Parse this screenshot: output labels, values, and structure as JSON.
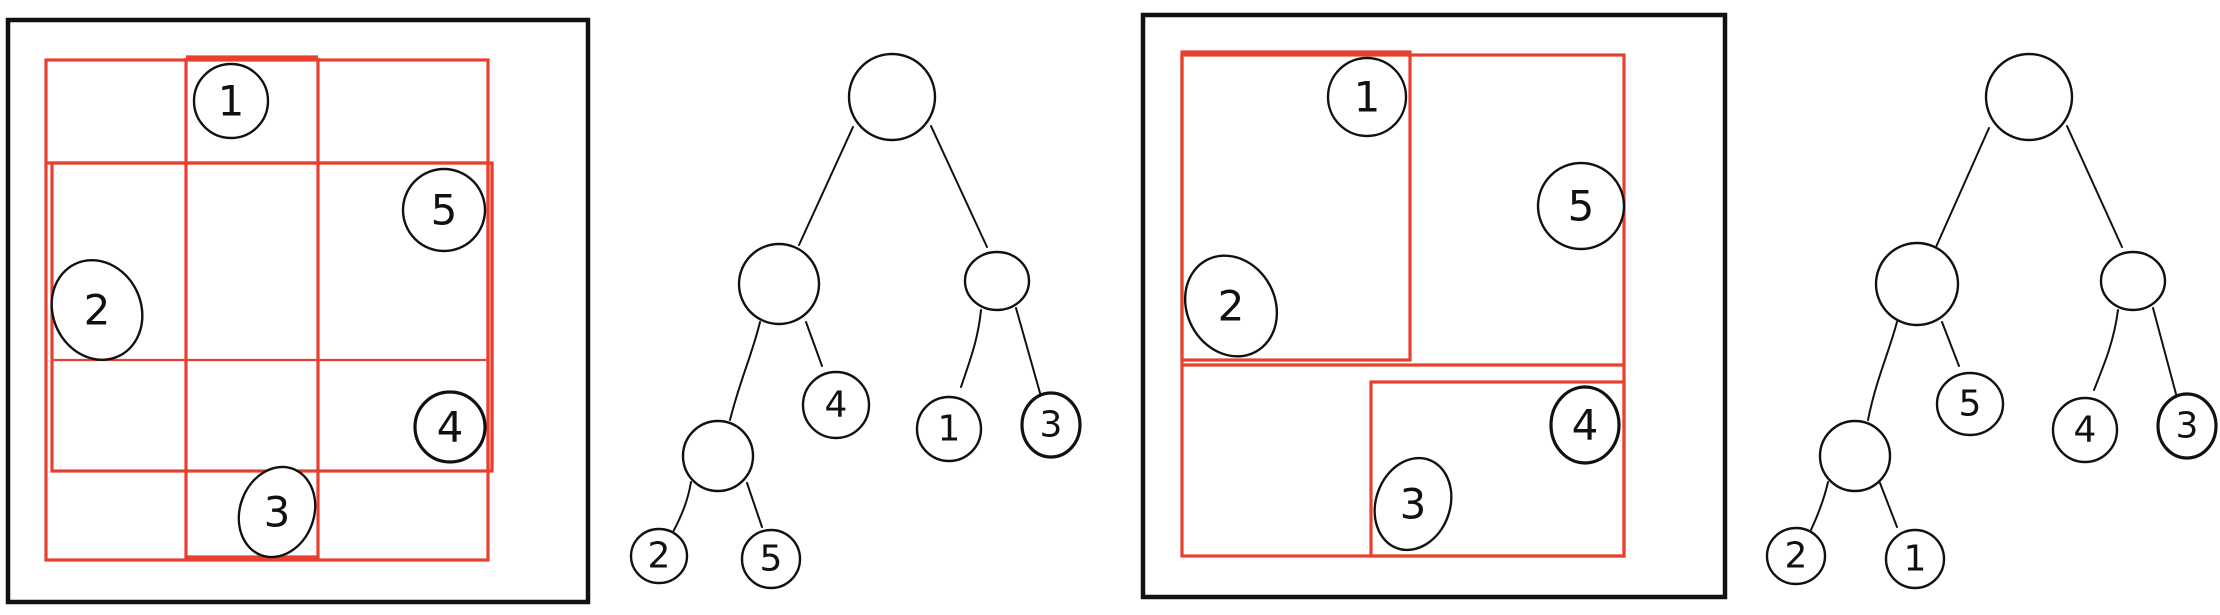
{
  "panels": [
    {
      "partition": {
        "labels": [
          "1",
          "5",
          "2",
          "4",
          "3"
        ]
      },
      "tree": {
        "labels": [
          "4",
          "1",
          "3",
          "2",
          "5"
        ]
      }
    },
    {
      "partition": {
        "labels": [
          "1",
          "5",
          "2",
          "4",
          "3"
        ]
      },
      "tree": {
        "labels": [
          "5",
          "4",
          "3",
          "2",
          "1"
        ]
      }
    }
  ],
  "colors": {
    "partition_lines": "#e8402f",
    "ink": "#111111"
  }
}
